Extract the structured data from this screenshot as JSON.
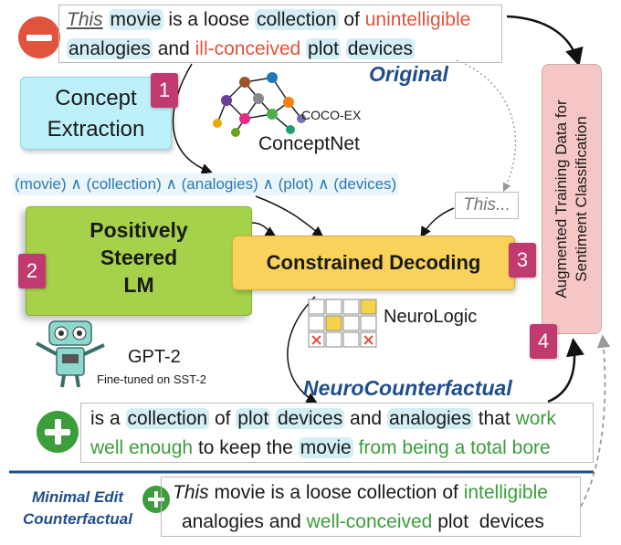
{
  "original": {
    "words": [
      "This",
      "movie",
      "is a loose",
      "collection",
      "of",
      "unintelligible",
      "analogies",
      "and",
      "ill-conceived",
      "plot",
      "devices"
    ],
    "label": "Original"
  },
  "concept_extraction": {
    "label_line1": "Concept",
    "label_line2": "Extraction",
    "step": "1"
  },
  "conceptnet": {
    "coco_ex": "COCO-EX",
    "name": "ConceptNet"
  },
  "constraints": {
    "text": "(movie) ∧ (collection) ∧ (analogies) ∧ (plot) ∧ (devices)",
    "prefix": "This..."
  },
  "lm": {
    "line1": "Positively",
    "line2": "Steered",
    "line3": "LM",
    "step": "2"
  },
  "decoding": {
    "label": "Constrained Decoding",
    "step": "3"
  },
  "neurologic": {
    "label": "NeuroLogic"
  },
  "gpt2": {
    "name": "GPT-2",
    "note": "Fine-tuned on SST-2"
  },
  "augmented": {
    "line1": "Augmented Training Data for",
    "line2": "Sentiment Classification",
    "step": "4"
  },
  "neurocf": {
    "label": "NeuroCounterfactual",
    "words": [
      "is a",
      "collection",
      "of",
      "plot",
      "devices",
      "and",
      "analogies",
      "that",
      "work",
      "well enough",
      "to keep the",
      "movie",
      "from being a total bore"
    ]
  },
  "minimal": {
    "label_line1": "Minimal Edit",
    "label_line2": "Counterfactual",
    "words": [
      "This",
      "movie is a loose collection of",
      "intelligible",
      "analogies and",
      "well-conceived",
      "plot  devices"
    ]
  },
  "colors": {
    "negative": "#e0533c",
    "positive": "#3c9d3c",
    "accent_blue": "#1f4e8c",
    "step_badge": "#c0396f"
  }
}
